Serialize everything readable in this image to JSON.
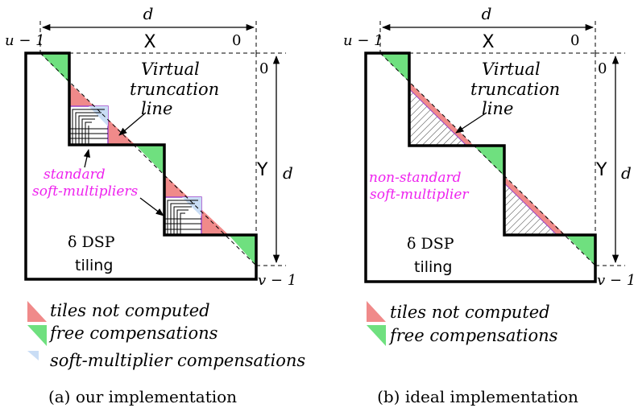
{
  "colors": {
    "not_computed": "#f08a8a",
    "free_comp": "#6fe07f",
    "soft_comp": "#c9ddf5",
    "magenta": "#ee22ee",
    "soft_box_stroke": "#9a44c8"
  },
  "panels": [
    {
      "dim_top": "d",
      "x_label": "X",
      "x_left": "u − 1",
      "x_right": "0",
      "y_top": "0",
      "y_label": "Y",
      "y_dim": "d",
      "y_bottom": "v − 1",
      "virtual_label_1": "Virtual",
      "virtual_label_2": "truncation",
      "virtual_label_3": "line",
      "soft_label_1": "standard",
      "soft_label_2": "soft-multipliers",
      "dsp_label_1": "δ DSP",
      "dsp_label_2": "tiling",
      "caption": "(a)  our implementation"
    },
    {
      "dim_top": "d",
      "x_label": "X",
      "x_left": "u − 1",
      "x_right": "0",
      "y_top": "0",
      "y_label": "Y",
      "y_dim": "d",
      "y_bottom": "v − 1",
      "virtual_label_1": "Virtual",
      "virtual_label_2": "truncation",
      "virtual_label_3": "line",
      "soft_label_1": "non-standard",
      "soft_label_2": "soft-multiplier",
      "dsp_label_1": "δ DSP",
      "dsp_label_2": "tiling",
      "caption": "(b)  ideal implementation"
    }
  ],
  "legend_a": [
    {
      "label": "tiles not computed",
      "color_key": "not_computed"
    },
    {
      "label": "free compensations",
      "color_key": "free_comp"
    },
    {
      "label": "soft-multiplier compensations",
      "color_key": "soft_comp"
    }
  ],
  "legend_b": [
    {
      "label": "tiles not computed",
      "color_key": "not_computed"
    },
    {
      "label": "free compensations",
      "color_key": "free_comp"
    }
  ]
}
